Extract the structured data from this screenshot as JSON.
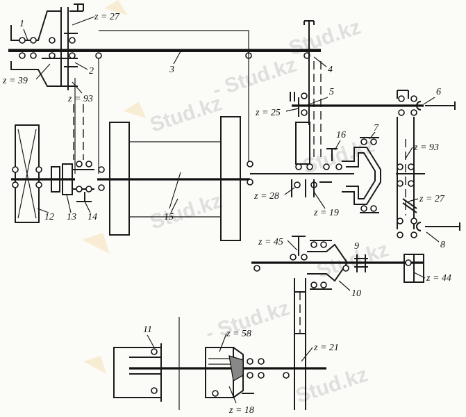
{
  "diagram": {
    "labels": {
      "n1": "1",
      "n2": "2",
      "n3": "3",
      "n4": "4",
      "n5": "5",
      "n6": "6",
      "n7": "7",
      "n8": "8",
      "n9": "9",
      "n10": "10",
      "n11": "11",
      "n12": "12",
      "n13": "13",
      "n14": "14",
      "n15": "15",
      "n16": "16"
    },
    "gear_labels": {
      "z27_top": "z = 27",
      "z39": "z = 39",
      "z93_left": "z = 93",
      "z25": "z = 25",
      "z93_right": "z = 93",
      "z28": "z = 28",
      "z19": "z = 19",
      "z27_right": "z = 27",
      "z45": "z = 45",
      "z44": "z = 44",
      "z21": "z = 21",
      "z58": "z = 58",
      "z18": "z = 18"
    }
  },
  "watermark": {
    "text": "Stud.kz",
    "text_alt": "- Stud.kz"
  }
}
